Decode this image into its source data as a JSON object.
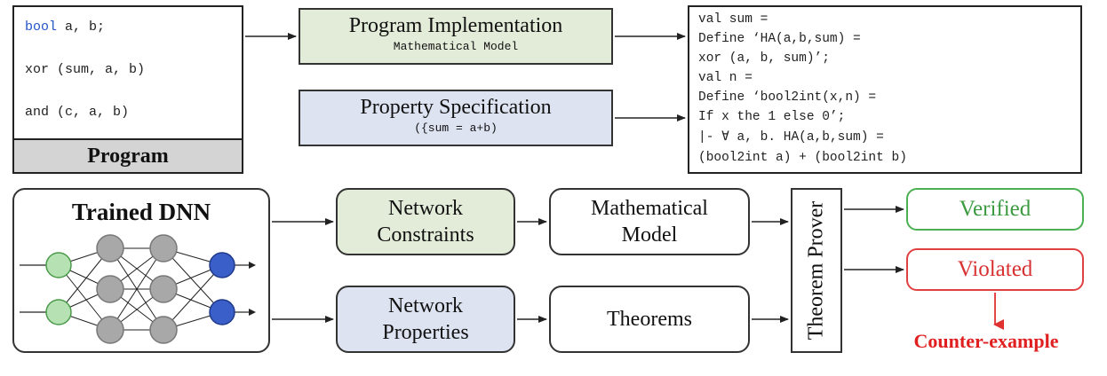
{
  "program": {
    "code_lines": [
      {
        "kw": "bool",
        "rest": " a, b;"
      },
      {
        "kw": "",
        "rest": "xor (sum, a, b)"
      },
      {
        "kw": "",
        "rest": "and (c, a, b)"
      }
    ],
    "footer": "Program"
  },
  "implementation": {
    "title": "Program Implementation",
    "subtitle": "Mathematical Model"
  },
  "specification": {
    "title": "Property Specification",
    "subtitle": "({sum = a+b)"
  },
  "hol_code": [
    "val sum =",
    "Define ‘HA(a,b,sum) =",
    "xor (a, b, sum)’;",
    "val n =",
    "Define ‘bool2int(x,n) =",
    "If x the 1 else 0’;",
    "|- ∀ a, b. HA(a,b,sum) =",
    "(bool2int a) + (bool2int b)"
  ],
  "dnn": {
    "title": "Trained DNN"
  },
  "constraints": {
    "line1": "Network",
    "line2": "Constraints"
  },
  "properties": {
    "line1": "Network",
    "line2": "Properties"
  },
  "model": {
    "line1": "Mathematical",
    "line2": "Model"
  },
  "theorems": {
    "label": "Theorems"
  },
  "prover": {
    "label": "Theorem Prover"
  },
  "verified": {
    "label": "Verified"
  },
  "violated": {
    "label": "Violated"
  },
  "counter_example": {
    "label": "Counter-example"
  },
  "colors": {
    "green_fill": "#e3ecd9",
    "blue_fill": "#dde3f1",
    "verified": "#4caf50",
    "violated": "#e04040",
    "input_neuron": "#8fd08f",
    "hidden_neuron": "#a8a8a8",
    "output_neuron": "#3b5fc9"
  }
}
